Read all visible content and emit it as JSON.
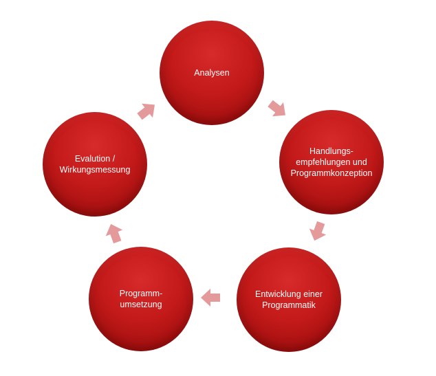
{
  "diagram": {
    "node_color": "#c41a1a",
    "arrow_color": "#e49a9a",
    "label_color": "#ffffff",
    "nodes": [
      {
        "label": "Analysen"
      },
      {
        "label": "Handlungs-\nempfehlungen  und\nProgrammkonzeption"
      },
      {
        "label": "Entwicklung einer\nProgrammatik"
      },
      {
        "label": "Programm-\numsetzung"
      },
      {
        "label": "Evalution  /\nWirkungsmessung"
      }
    ],
    "arrows": [
      {
        "from": "Analysen",
        "to": "Handlungs-empfehlungen und Programmkonzeption",
        "icon": "block-arrow-icon"
      },
      {
        "from": "Handlungs-empfehlungen und Programmkonzeption",
        "to": "Entwicklung einer Programmatik",
        "icon": "block-arrow-icon"
      },
      {
        "from": "Entwicklung einer Programmatik",
        "to": "Programm-umsetzung",
        "icon": "block-arrow-icon"
      },
      {
        "from": "Programm-umsetzung",
        "to": "Evalution / Wirkungsmessung",
        "icon": "block-arrow-icon"
      },
      {
        "from": "Evalution / Wirkungsmessung",
        "to": "Analysen",
        "icon": "block-arrow-icon"
      }
    ]
  }
}
